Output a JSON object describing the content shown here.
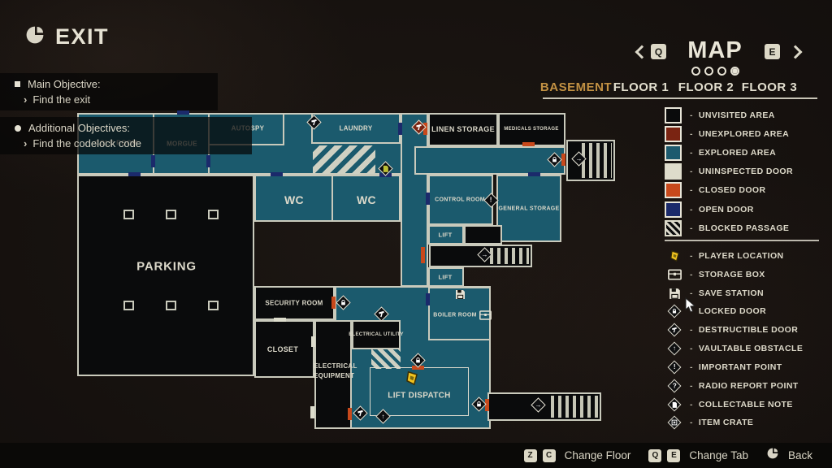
{
  "title": {
    "label": "EXIT"
  },
  "objectives": {
    "main": {
      "heading": "Main Objective:",
      "items": [
        "Find the exit"
      ]
    },
    "additional": {
      "heading": "Additional Objectives:",
      "items": [
        "Find the codelock code"
      ]
    }
  },
  "header": {
    "title": "MAP",
    "prev_key": "Q",
    "next_key": "E",
    "tabs": [
      {
        "label": "BASEMENT",
        "active": true
      },
      {
        "label": "FLOOR 1",
        "active": false
      },
      {
        "label": "FLOOR 2",
        "active": false
      },
      {
        "label": "FLOOR 3",
        "active": false
      }
    ],
    "pagination": {
      "dots": 4,
      "active_dot": 4
    }
  },
  "legend": {
    "areas": [
      {
        "label": "UNVISITED AREA",
        "color": "#0a0b0c"
      },
      {
        "label": "UNEXPLORED AREA",
        "color": "#7a2412"
      },
      {
        "label": "EXPLORED AREA",
        "color": "#1d5a6e"
      },
      {
        "label": "UNINSPECTED DOOR",
        "color": "#dedccb"
      },
      {
        "label": "CLOSED DOOR",
        "color": "#c8491c"
      },
      {
        "label": "OPEN DOOR",
        "color": "#1b2a6b"
      },
      {
        "label": "BLOCKED PASSAGE",
        "color": "stripes"
      }
    ],
    "markers": [
      {
        "label": "PLAYER LOCATION",
        "icon": "player-marker"
      },
      {
        "label": "STORAGE BOX",
        "icon": "chest"
      },
      {
        "label": "SAVE STATION",
        "icon": "floppy-disk"
      },
      {
        "label": "LOCKED DOOR",
        "icon": "lock-diamond"
      },
      {
        "label": "DESTRUCTIBLE DOOR",
        "icon": "hammer-diamond"
      },
      {
        "label": "VAULTABLE OBSTACLE",
        "icon": "arrow-up-diamond",
        "glyph": "↑"
      },
      {
        "label": "IMPORTANT POINT",
        "icon": "exclamation-diamond",
        "glyph": "!"
      },
      {
        "label": "RADIO REPORT POINT",
        "icon": "question-diamond",
        "glyph": "?"
      },
      {
        "label": "COLLECTABLE NOTE",
        "icon": "note-diamond"
      },
      {
        "label": "ITEM CRATE",
        "icon": "crate-diamond"
      }
    ]
  },
  "glyphs": {
    "exclamation": "!",
    "question": "?",
    "arrow_up": "↑",
    "arrow_right": "→"
  },
  "map": {
    "rooms": {
      "cold_room": "COLD ROOM",
      "morgue": "MORGUE",
      "autospy": "AUTOSPY",
      "laundry": "LAUNDRY",
      "linen_storage": "LINEN STORAGE",
      "medicals_storage": "MEDICALS STORAGE",
      "wc_left": "WC",
      "wc_right": "WC",
      "control_room": "CONTROL ROOM",
      "general_storage": "GENERAL STORAGE",
      "lift_upper": "LIFT",
      "lift_lower": "LIFT",
      "parking": "PARKING",
      "security_room": "SECURITY ROOM",
      "closet": "CLOSET",
      "electrical_equipment": "ELECTRICAL EQUIPMENT",
      "electrical_utility": "ELECTRICAL UTILITY",
      "boiler_room": "BOILER ROOM",
      "lift_dispatch": "LIFT DISPATCH"
    }
  },
  "footer": {
    "change_floor_keys": [
      "Z",
      "C"
    ],
    "change_floor_label": "Change Floor",
    "change_tab_keys": [
      "Q",
      "E"
    ],
    "change_tab_label": "Change Tab",
    "back_label": "Back"
  }
}
